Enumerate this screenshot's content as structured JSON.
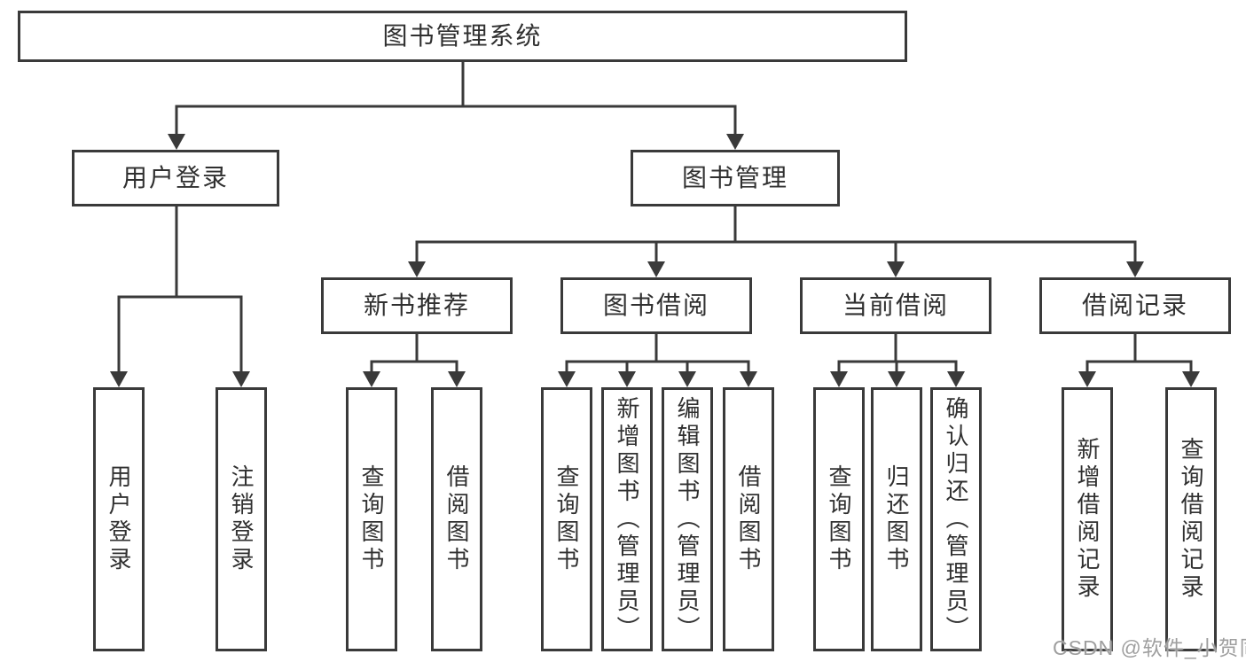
{
  "diagram": {
    "tree": {
      "label": "图书管理系统",
      "children": [
        {
          "label": "用户登录",
          "children": [
            {
              "label": "用户登录"
            },
            {
              "label": "注销登录"
            }
          ]
        },
        {
          "label": "图书管理",
          "children": [
            {
              "label": "新书推荐",
              "children": [
                {
                  "label": "查询图书"
                },
                {
                  "label": "借阅图书"
                }
              ]
            },
            {
              "label": "图书借阅",
              "children": [
                {
                  "label": "查询图书"
                },
                {
                  "label": "新增图书（管理员）"
                },
                {
                  "label": "编辑图书（管理员）"
                },
                {
                  "label": "借阅图书"
                }
              ]
            },
            {
              "label": "当前借阅",
              "children": [
                {
                  "label": "查询图书"
                },
                {
                  "label": "归还图书"
                },
                {
                  "label": "确认归还（管理员）"
                }
              ]
            },
            {
              "label": "借阅记录",
              "children": [
                {
                  "label": "新增借阅记录"
                },
                {
                  "label": "查询借阅记录"
                }
              ]
            }
          ]
        }
      ]
    },
    "watermark": "CSDN @软件_小贺同学",
    "colors": {
      "line": "#3a3a3a",
      "text": "#303030",
      "watermark": "#9f9f9f",
      "background": "#ffffff"
    }
  }
}
